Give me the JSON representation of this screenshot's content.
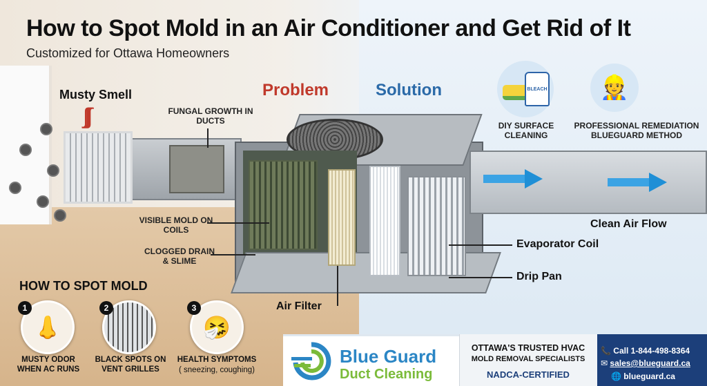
{
  "header": {
    "title": "How to Spot Mold in an Air Conditioner and Get Rid of It",
    "subtitle": "Customized for Ottawa Homeowners"
  },
  "sections": {
    "problem": "Problem",
    "solution": "Solution"
  },
  "problem_labels": {
    "musty_smell": "Musty Smell",
    "fungal_growth": "FUNGAL GROWTH IN DUCTS",
    "visible_mold": "VISIBLE MOLD ON COILS",
    "clogged_drain": "CLOGGED DRAIN & SLIME",
    "air_filter": "Air Filter"
  },
  "solution_labels": {
    "diy": "DIY SURFACE CLEANING",
    "bleach": "BLEACH",
    "professional": "PROFESSIONAL REMEDIATION BLUEGUARD METHOD",
    "clean_air": "Clean Air Flow",
    "evaporator": "Evaporator Coil",
    "drip_pan": "Drip Pan"
  },
  "how_to_spot": {
    "heading": "HOW TO SPOT MOLD",
    "items": [
      {
        "num": "1",
        "label": "MUSTY ODOR WHEN AC RUNS",
        "icon": "nose-icon"
      },
      {
        "num": "2",
        "label": "BLACK SPOTS ON VENT GRILLES",
        "icon": "vent-icon"
      },
      {
        "num": "3",
        "label": "HEALTH SYMPTOMS",
        "sub": "( sneezing, coughing)",
        "icon": "sneezing-person-icon"
      }
    ]
  },
  "footer": {
    "brand_name": "Blue Guard",
    "brand_sub": "Duct Cleaning",
    "tagline1": "OTTAWA'S TRUSTED HVAC",
    "tagline2": "MOLD REMOVAL SPECIALISTS",
    "cert": "NADCA-CERTIFIED",
    "phone": "Call 1-844-498-8364",
    "email": "sales@blueguard.ca",
    "web": "blueguard.ca"
  },
  "colors": {
    "problem": "#c0392b",
    "solution": "#2b6aa8",
    "brand_blue": "#2b86c5",
    "brand_green": "#7bbb3a",
    "footer_dark": "#1c3f7a"
  }
}
